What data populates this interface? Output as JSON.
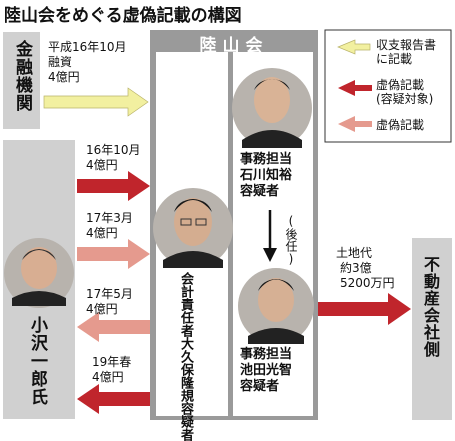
{
  "title": "陸山会をめぐる虚偽記載の構図",
  "rikuzankai_label": "陸山会",
  "bank_label": "金融機関",
  "ozawa_label": "小沢一郎氏",
  "realestate_label": "不動産会社側",
  "treasurer_label": "会計責任者大久保隆規容疑者",
  "ishikawa_label": [
    "事務担当",
    "石川知裕",
    "容疑者"
  ],
  "ikeda_label": [
    "事務担当",
    "池田光智",
    "容疑者"
  ],
  "succession_label": "(後任)",
  "flows": {
    "loan": [
      "平成16年10月",
      "融資",
      "4億円"
    ],
    "oct16": [
      "16年10月",
      "4億円"
    ],
    "mar17": [
      "17年3月",
      "4億円"
    ],
    "may17": [
      "17年5月",
      "4億円"
    ],
    "spring19": [
      "19年春",
      "4億円"
    ],
    "land": [
      "土地代",
      "約3億",
      "5200万円"
    ]
  },
  "legend": [
    {
      "type": "unreported",
      "label": [
        "収支報告書",
        "に記載"
      ],
      "color": "#f2f0a0"
    },
    {
      "type": "false_suspected",
      "label": [
        "虚偽記載",
        "(容疑対象)"
      ],
      "color": "#c0252c"
    },
    {
      "type": "false",
      "label": [
        "虚偽記載"
      ],
      "color": "#e59a8e"
    }
  ],
  "colors": {
    "frame": "#9a9a9a",
    "box": "#d0d0d0",
    "dark_red": "#c0252c",
    "light_red": "#e59a8e",
    "yellow": "#f2f0a0"
  }
}
